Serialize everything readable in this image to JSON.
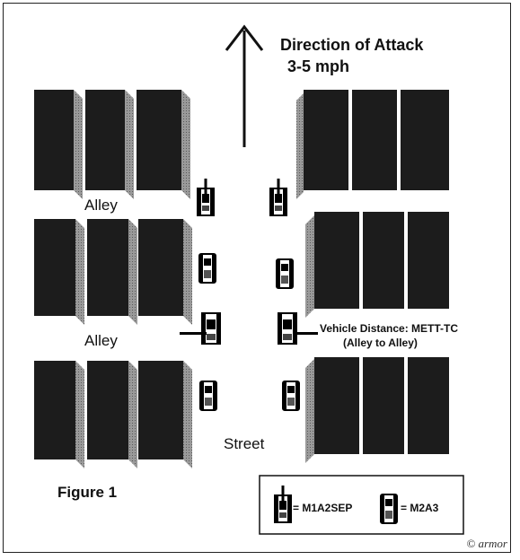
{
  "attack": {
    "title": "Direction of Attack",
    "speed": "3-5 mph"
  },
  "labels": {
    "alley_top": "Alley",
    "alley_bottom": "Alley",
    "street": "Street",
    "vehicle_distance_line1": "Vehicle Distance: METT-TC",
    "vehicle_distance_line2": "(Alley to Alley)",
    "figure": "Figure 1"
  },
  "legend": {
    "tank_label": "= M1A2SEP",
    "ifv_label": "= M2A3"
  },
  "copyright": "© armor",
  "colors": {
    "building": "#1c1c1c",
    "building_shade": "#8a8a8a",
    "ink": "#111111"
  }
}
